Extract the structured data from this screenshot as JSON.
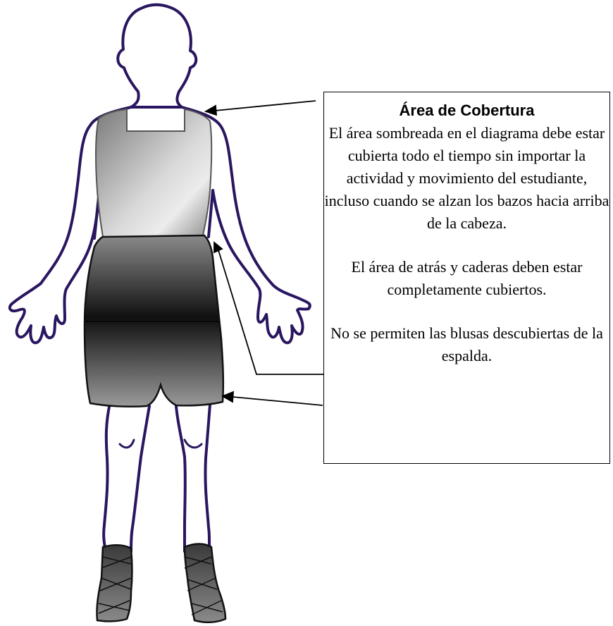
{
  "info_box": {
    "title": "Área de Cobertura",
    "paragraphs": [
      "El área sombreada en el diagrama debe estar cubierta todo el tiempo sin importar la actividad y movimiento del estudiante, incluso cuando se alzan los bazos hacia arriba de la cabeza.",
      "El área de atrás y caderas deben estar completamente cubiertos.",
      "No se permiten las blusas descubiertas de la espalda."
    ]
  },
  "figure": {
    "outline_color": "#2a1660",
    "shading_colors": [
      "#6f6f6f",
      "#1a1a1a"
    ]
  }
}
